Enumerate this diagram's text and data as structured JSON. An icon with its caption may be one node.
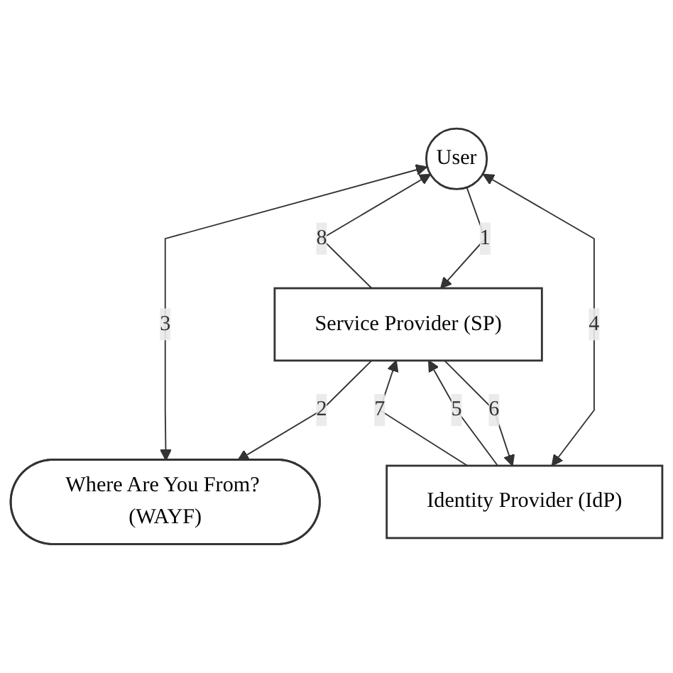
{
  "diagram": {
    "nodes": [
      {
        "text": [
          "User"
        ]
      },
      {
        "text": [
          "Where Are You From? (WAYF)"
        ]
      },
      {
        "text": [
          "Identity Provider (IdP)"
        ]
      },
      {
        "text": [
          "Service Provider (SP)"
        ]
      }
    ],
    "edges": [
      {
        "from": 0,
        "to": 3,
        "arrow": "to",
        "label": "1"
      },
      {
        "from": 3,
        "to": 1,
        "arrow": "to",
        "label": "2"
      },
      {
        "from": 0,
        "to": 1,
        "arrow": "both",
        "label": "3"
      },
      {
        "from": 0,
        "to": 2,
        "arrow": "both",
        "label": "4"
      },
      {
        "from": 2,
        "to": 3,
        "arrow": "to",
        "label": "5"
      },
      {
        "from": 3,
        "to": 2,
        "arrow": "to",
        "label": "6"
      },
      {
        "from": 2,
        "to": 3,
        "arrow": "to",
        "label": "7"
      },
      {
        "from": 3,
        "to": 0,
        "arrow": "to",
        "label": "8"
      }
    ]
  }
}
